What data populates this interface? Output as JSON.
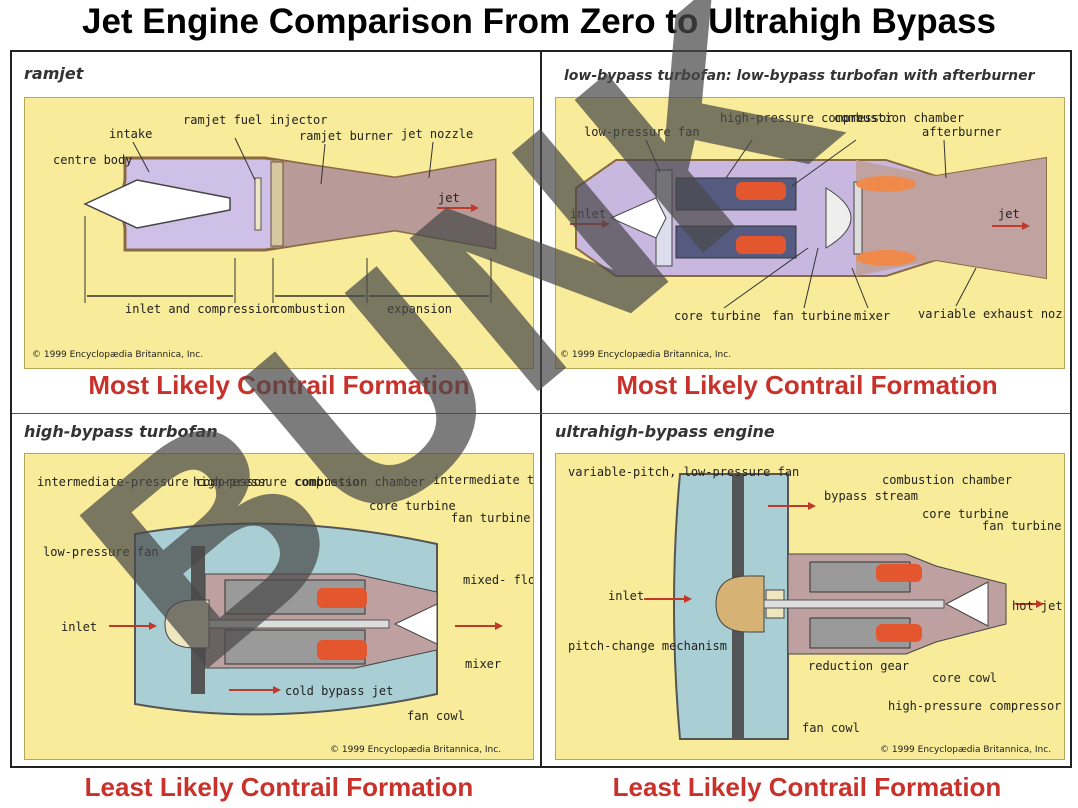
{
  "title": "Jet Engine Comparison From Zero to Ultrahigh Bypass",
  "watermark": "BUNK",
  "panels": {
    "ramjet": {
      "title": "ramjet",
      "labels": {
        "intake": "intake",
        "fuel_injector": "ramjet fuel injector",
        "burner": "ramjet burner",
        "nozzle": "jet nozzle",
        "centre_body": "centre body",
        "jet": "jet",
        "inlet_compression": "inlet and compression",
        "combustion": "combustion",
        "expansion": "expansion"
      },
      "copyright": "© 1999 Encyclopædia Britannica, Inc.",
      "caption": "Most Likely Contrail Formation"
    },
    "low_bypass": {
      "title": "low-bypass turbofan: low-bypass turbofan with afterburner",
      "labels": {
        "lp_fan": "low-pressure fan",
        "hp_compressor": "high-pressure compressor",
        "combustion_chamber": "combustion chamber",
        "afterburner": "afterburner",
        "inlet": "inlet",
        "jet": "jet",
        "core_turbine": "core turbine",
        "fan_turbine": "fan turbine",
        "mixer": "mixer",
        "variable_nozzle": "variable exhaust nozzle"
      },
      "copyright": "© 1999 Encyclopædia Britannica, Inc.",
      "caption": "Most Likely Contrail Formation"
    },
    "high_bypass": {
      "title": "high-bypass turbofan",
      "labels": {
        "ip_compressor": "intermediate-pressure compressor",
        "hp_compressor": "high-pressure compressor",
        "combustion_chamber": "combustion chamber",
        "intermediate_turbine": "intermediate turbine",
        "core_turbine": "core turbine",
        "fan_turbine": "fan turbine",
        "lp_fan": "low-pressure fan",
        "mixed_flow_jet": "mixed- flow jet",
        "inlet": "inlet",
        "mixer": "mixer",
        "cold_bypass": "cold bypass jet",
        "fan_cowl": "fan cowl"
      },
      "copyright": "© 1999 Encyclopædia Britannica, Inc.",
      "caption": "Least Likely Contrail Formation"
    },
    "ultrahigh_bypass": {
      "title": "ultrahigh-bypass engine",
      "labels": {
        "variable_pitch_fan": "variable-pitch, low-pressure fan",
        "bypass_stream": "bypass stream",
        "combustion_chamber": "combustion chamber",
        "core_turbine": "core turbine",
        "fan_turbine": "fan turbine",
        "inlet": "inlet",
        "hot_jet": "hot jet",
        "pitch_change": "pitch-change mechanism",
        "reduction_gear": "reduction gear",
        "core_cowl": "core cowl",
        "hp_compressor": "high-pressure compressor",
        "fan_cowl": "fan cowl"
      },
      "copyright": "© 1999 Encyclopædia Britannica, Inc.",
      "caption": "Least Likely Contrail Formation"
    }
  },
  "colors": {
    "caption": "#c8322b",
    "panel_bg": "#f8eb9a",
    "watermark": "#4a4a4a"
  }
}
